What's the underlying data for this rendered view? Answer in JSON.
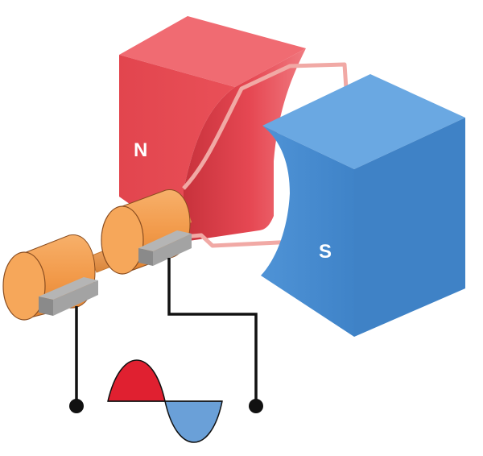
{
  "diagram": {
    "north_label": "N",
    "south_label": "S",
    "colors": {
      "north_magnet": "#e8474f",
      "south_magnet": "#4a8fd4",
      "coil": "#f1a9a5",
      "slip_ring": "#f0a050",
      "brush": "#8a8a8a",
      "wire": "#111111",
      "wave_positive": "#e02030",
      "wave_negative": "#6aa0d8"
    },
    "icons": [
      "north-magnet",
      "south-magnet",
      "coil-loop",
      "slip-ring",
      "carbon-brush",
      "terminal",
      "ac-waveform"
    ]
  }
}
